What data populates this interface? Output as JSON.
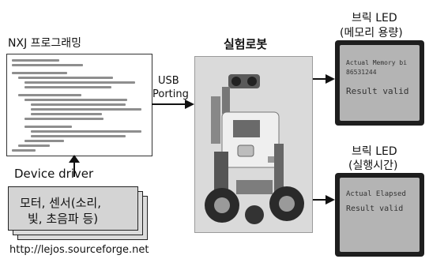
{
  "nxj_title": "NXJ 프로그래밍",
  "usb_label_line1": "USB",
  "usb_label_line2": "Porting",
  "robot_title": "실험로봇",
  "led_top_title": "브릭 LED",
  "led_top_subtitle": "(메모리 용량)",
  "led_bottom_title": "브릭 LED",
  "led_bottom_subtitle": "(실행시간)",
  "device_driver_label": "Device driver",
  "sensor_card_line1": "모터, 센서(소리,",
  "sensor_card_line2": "빛, 초음파 등)",
  "url": "http://lejos.sourceforge.net",
  "lcd_top": {
    "line1": "Actual Memory bi",
    "line2": "86531244",
    "line3": "Result valid"
  },
  "lcd_bottom": {
    "line1": "Actual Elapsed",
    "line2": "Result valid"
  }
}
